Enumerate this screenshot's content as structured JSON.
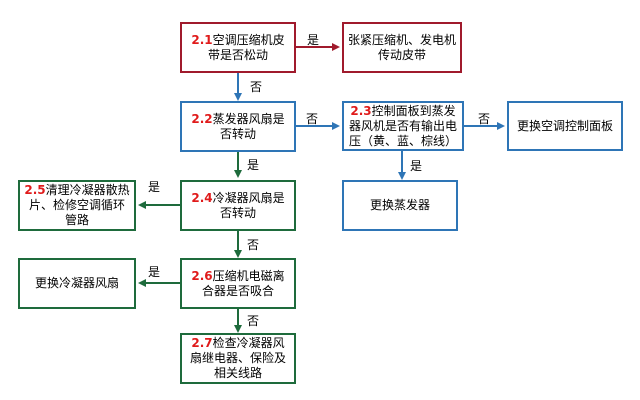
{
  "colors": {
    "blue": "#2e75b6",
    "red": "#a01a2c",
    "green": "#1e6b3c",
    "number": "#e01b1b"
  },
  "nodes": {
    "n21": {
      "num": "2.1",
      "text": "空调压缩机皮带是否松动"
    },
    "n21r": {
      "text": "张紧压缩机、发电机传动皮带"
    },
    "n22": {
      "num": "2.2",
      "text": "蒸发器风扇是否转动"
    },
    "n23": {
      "num": "2.3",
      "text": "控制面板到蒸发器风机是否有输出电压（黄、蓝、棕线）"
    },
    "n23r": {
      "text": "更换空调控制面板"
    },
    "n23d": {
      "text": "更换蒸发器"
    },
    "n24": {
      "num": "2.4",
      "text": "冷凝器风扇是否转动"
    },
    "n25": {
      "num": "2.5",
      "text": "清理冷凝器散热片、检修空调循环管路"
    },
    "n26": {
      "num": "2.6",
      "text": "压缩机电磁离合器是否吸合"
    },
    "n26l": {
      "text": "更换冷凝器风扇"
    },
    "n27": {
      "num": "2.7",
      "text": "检查冷凝器风扇继电器、保险及相关线路"
    }
  },
  "labels": {
    "yes": "是",
    "no": "否"
  }
}
